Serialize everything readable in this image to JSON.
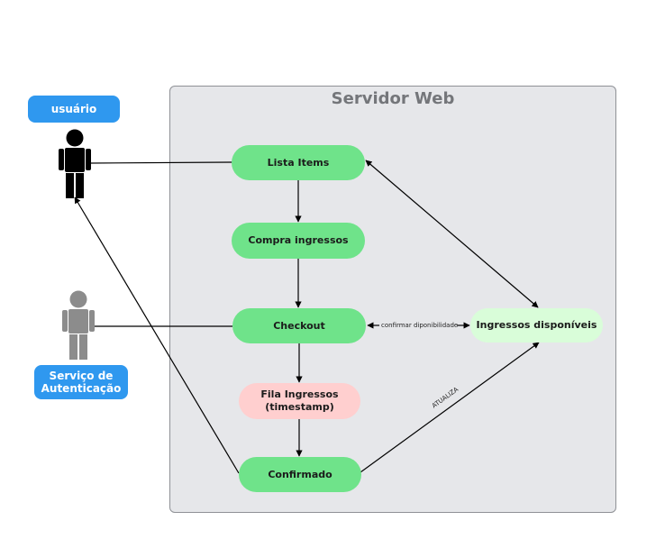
{
  "system": {
    "title": "Servidor Web"
  },
  "actors": {
    "user": {
      "label": "usuário",
      "icon": "person-icon",
      "color": "#000000"
    },
    "auth": {
      "label": "Serviço de Autenticação",
      "icon": "person-icon",
      "color": "#8c8c8c"
    }
  },
  "nodes": {
    "lista": "Lista Items",
    "compra": "Compra ingressos",
    "checkout": "Checkout",
    "fila": "Fila Ingressos (timestamp)",
    "confirmado": "Confirmado",
    "ingressos": "Ingressos disponíveis"
  },
  "edges": {
    "confirmar": "confirmar diponibilidade",
    "atualiza": "ATUALIZA"
  },
  "colors": {
    "node_green": "#6fe38a",
    "node_pink": "#ffcfcf",
    "node_lightgreen": "#d9fdd9",
    "actor_label": "#2f98ef"
  }
}
